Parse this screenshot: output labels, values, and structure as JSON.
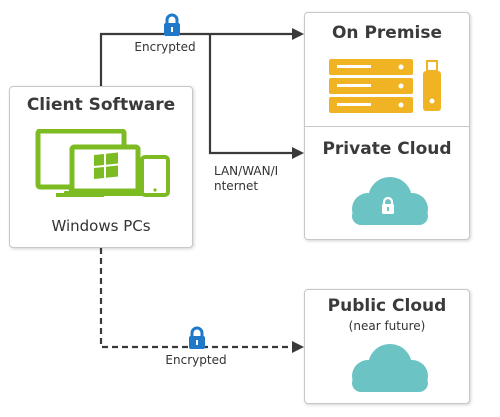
{
  "client": {
    "title": "Client Software",
    "subtitle": "Windows PCs"
  },
  "targets": {
    "on_premise": "On Premise",
    "private_cloud": "Private Cloud",
    "public_cloud": "Public Cloud",
    "public_cloud_note": "(near future)"
  },
  "connections": {
    "top_label": "Encrypted",
    "network_label_line1": "LAN/WAN/I",
    "network_label_line2": "nternet",
    "bottom_label": "Encrypted"
  },
  "colors": {
    "device_green": "#7dbb23",
    "lock_blue": "#1f78c8",
    "server_gold": "#f0b323",
    "cloud_teal": "#6cc3c3",
    "connector": "#3a3a3a"
  },
  "icons": {
    "client": "windows-devices-icon",
    "on_premise": "server-rack-icon",
    "private_cloud": "locked-cloud-icon",
    "public_cloud": "cloud-icon",
    "lock": "padlock-icon"
  }
}
